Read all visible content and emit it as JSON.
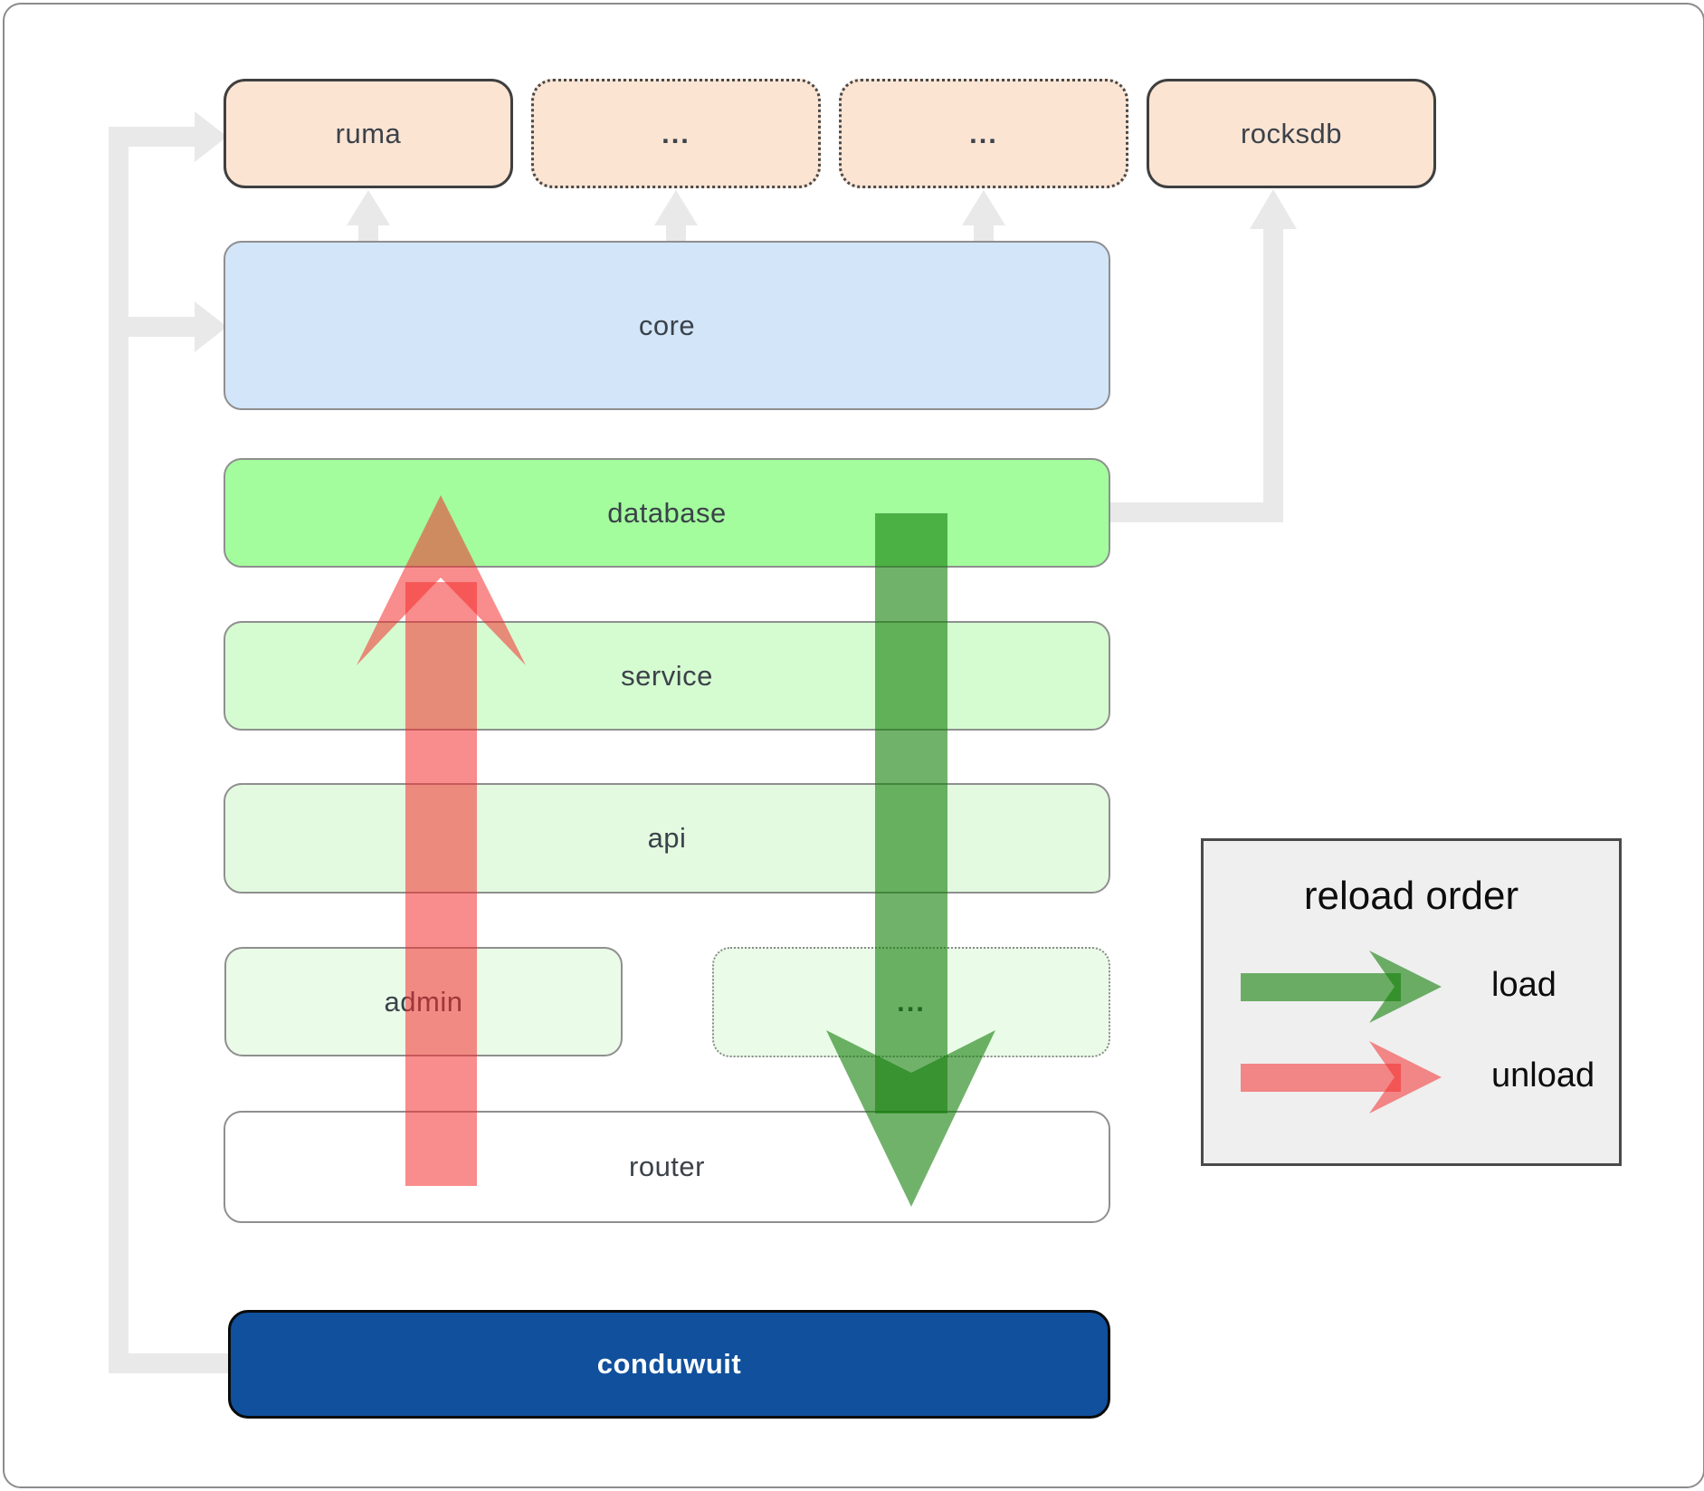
{
  "diagram": {
    "top_row": [
      {
        "label": "ruma",
        "style": "solid"
      },
      {
        "label": "...",
        "style": "dotted"
      },
      {
        "label": "...",
        "style": "dotted"
      },
      {
        "label": "rocksdb",
        "style": "solid"
      }
    ],
    "core": {
      "label": "core"
    },
    "database": {
      "label": "database"
    },
    "service": {
      "label": "service"
    },
    "api": {
      "label": "api"
    },
    "admin_row": [
      {
        "label": "admin",
        "style": "solid"
      },
      {
        "label": "...",
        "style": "dotted"
      }
    ],
    "router": {
      "label": "router"
    },
    "app": {
      "label": "conduwuit"
    }
  },
  "arrows": {
    "load": {
      "direction": "down",
      "color": "rgba(18,126,8,0.60)"
    },
    "unload": {
      "direction": "up",
      "color": "rgba(244,46,46,0.55)"
    },
    "connector_color": "#e9e9e9"
  },
  "legend": {
    "title": "reload order",
    "items": [
      {
        "label": "load",
        "color": "#3f9c36"
      },
      {
        "label": "unload",
        "color": "#f87e7e"
      }
    ]
  },
  "colors": {
    "top_box_fill": "#fce4d3",
    "core_fill": "#d2e5f9",
    "database_fill": "#a3fd9d",
    "service_fill": "#d5fcd0",
    "api_fill": "#e3fae0",
    "admin_fill": "#eafbe8",
    "router_fill": "#ffffff",
    "app_fill": "#10509d",
    "legend_fill": "#efefef"
  }
}
